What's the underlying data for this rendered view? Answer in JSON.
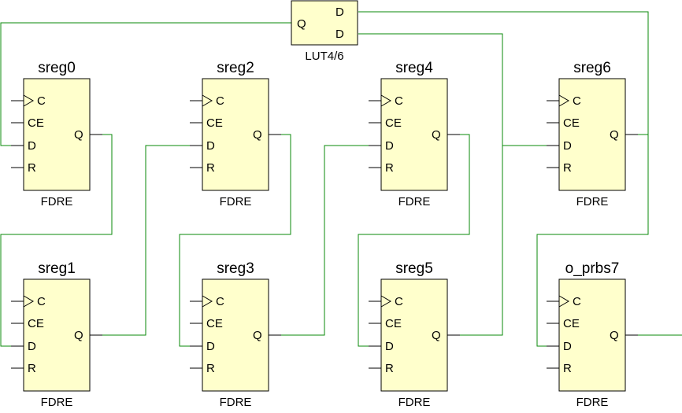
{
  "schematic": {
    "lut": {
      "type_label": "LUT4/6",
      "pins_in": [
        "D",
        "D"
      ],
      "pin_out": "Q"
    },
    "cells": [
      {
        "name": "sreg0",
        "type": "FDRE",
        "pins": [
          "C",
          "CE",
          "D",
          "R"
        ],
        "out": "Q"
      },
      {
        "name": "sreg1",
        "type": "FDRE",
        "pins": [
          "C",
          "CE",
          "D",
          "R"
        ],
        "out": "Q"
      },
      {
        "name": "sreg2",
        "type": "FDRE",
        "pins": [
          "C",
          "CE",
          "D",
          "R"
        ],
        "out": "Q"
      },
      {
        "name": "sreg3",
        "type": "FDRE",
        "pins": [
          "C",
          "CE",
          "D",
          "R"
        ],
        "out": "Q"
      },
      {
        "name": "sreg4",
        "type": "FDRE",
        "pins": [
          "C",
          "CE",
          "D",
          "R"
        ],
        "out": "Q"
      },
      {
        "name": "sreg5",
        "type": "FDRE",
        "pins": [
          "C",
          "CE",
          "D",
          "R"
        ],
        "out": "Q"
      },
      {
        "name": "sreg6",
        "type": "FDRE",
        "pins": [
          "C",
          "CE",
          "D",
          "R"
        ],
        "out": "Q"
      },
      {
        "name": "o_prbs7",
        "type": "FDRE",
        "pins": [
          "C",
          "CE",
          "D",
          "R"
        ],
        "out": "Q"
      }
    ],
    "colors": {
      "cell_fill": "#ffffcc",
      "net": "#0a8a0a",
      "outline": "#000000"
    }
  }
}
